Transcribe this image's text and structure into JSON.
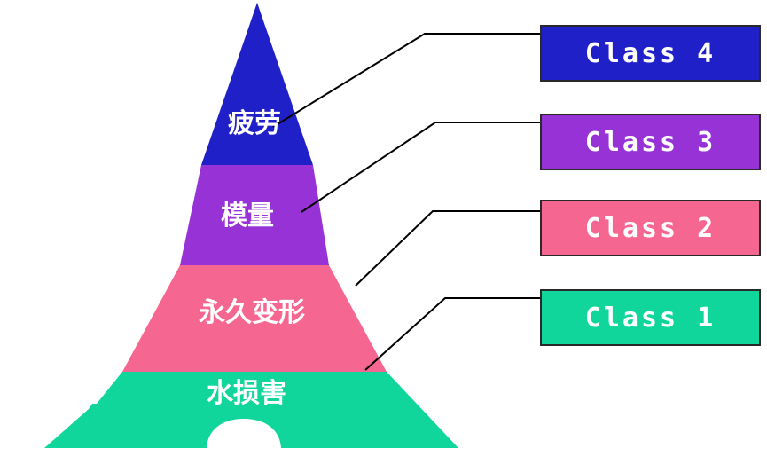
{
  "tiers": [
    {
      "label": "疲劳",
      "class_label": "Class 4",
      "color": "#2020c8"
    },
    {
      "label": "模量",
      "class_label": "Class 3",
      "color": "#9632d6"
    },
    {
      "label": "永久变形",
      "class_label": "Class 2",
      "color": "#f56790"
    },
    {
      "label": "水损害",
      "class_label": "Class 1",
      "color": "#11d69c"
    }
  ],
  "leader_color": "#000000"
}
